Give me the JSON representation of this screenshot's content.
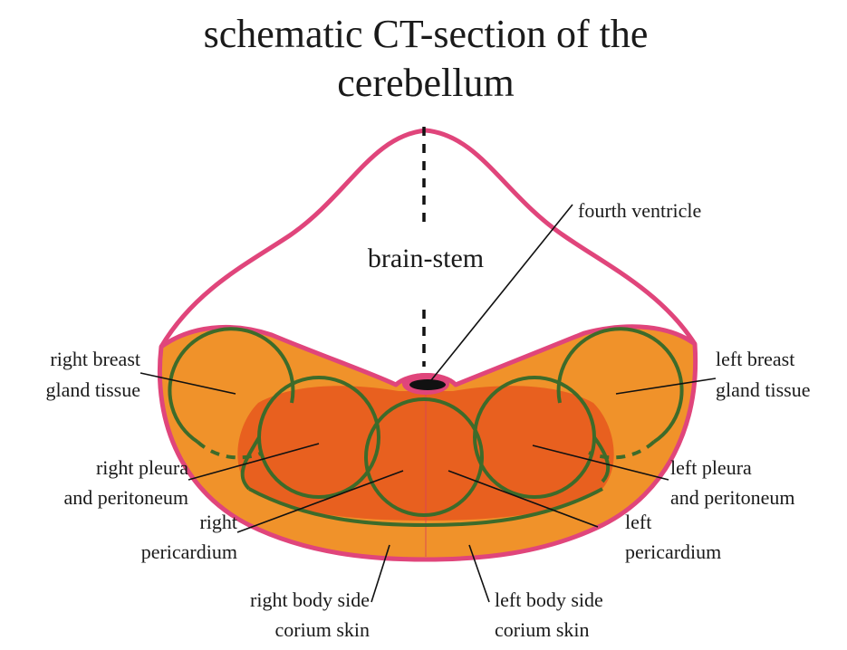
{
  "title": {
    "line1": "schematic CT-section of  the",
    "line2": "cerebellum"
  },
  "labels": {
    "brain_stem": "brain-stem",
    "fourth_ventricle": "fourth ventricle",
    "right_breast_1": "right breast",
    "right_breast_2": "gland tissue",
    "left_breast_1": "left breast",
    "left_breast_2": "gland tissue",
    "right_pleura_1": "right pleura",
    "right_pleura_2": "and peritoneum",
    "left_pleura_1": "left pleura",
    "left_pleura_2": "and peritoneum",
    "right_pericardium_1": "right",
    "right_pericardium_2": "pericardium",
    "left_pericardium_1": "left",
    "left_pericardium_2": "pericardium",
    "right_body_1": "right body side",
    "right_body_2": "corium skin",
    "left_body_1": "left body side",
    "left_body_2": "corium skin"
  },
  "colors": {
    "outline": "#e0457b",
    "cerebellum_fill": "#f0922a",
    "inner_fill": "#e8601f",
    "circle_stroke": "#3d6b2a",
    "ventricle": "#111111"
  }
}
